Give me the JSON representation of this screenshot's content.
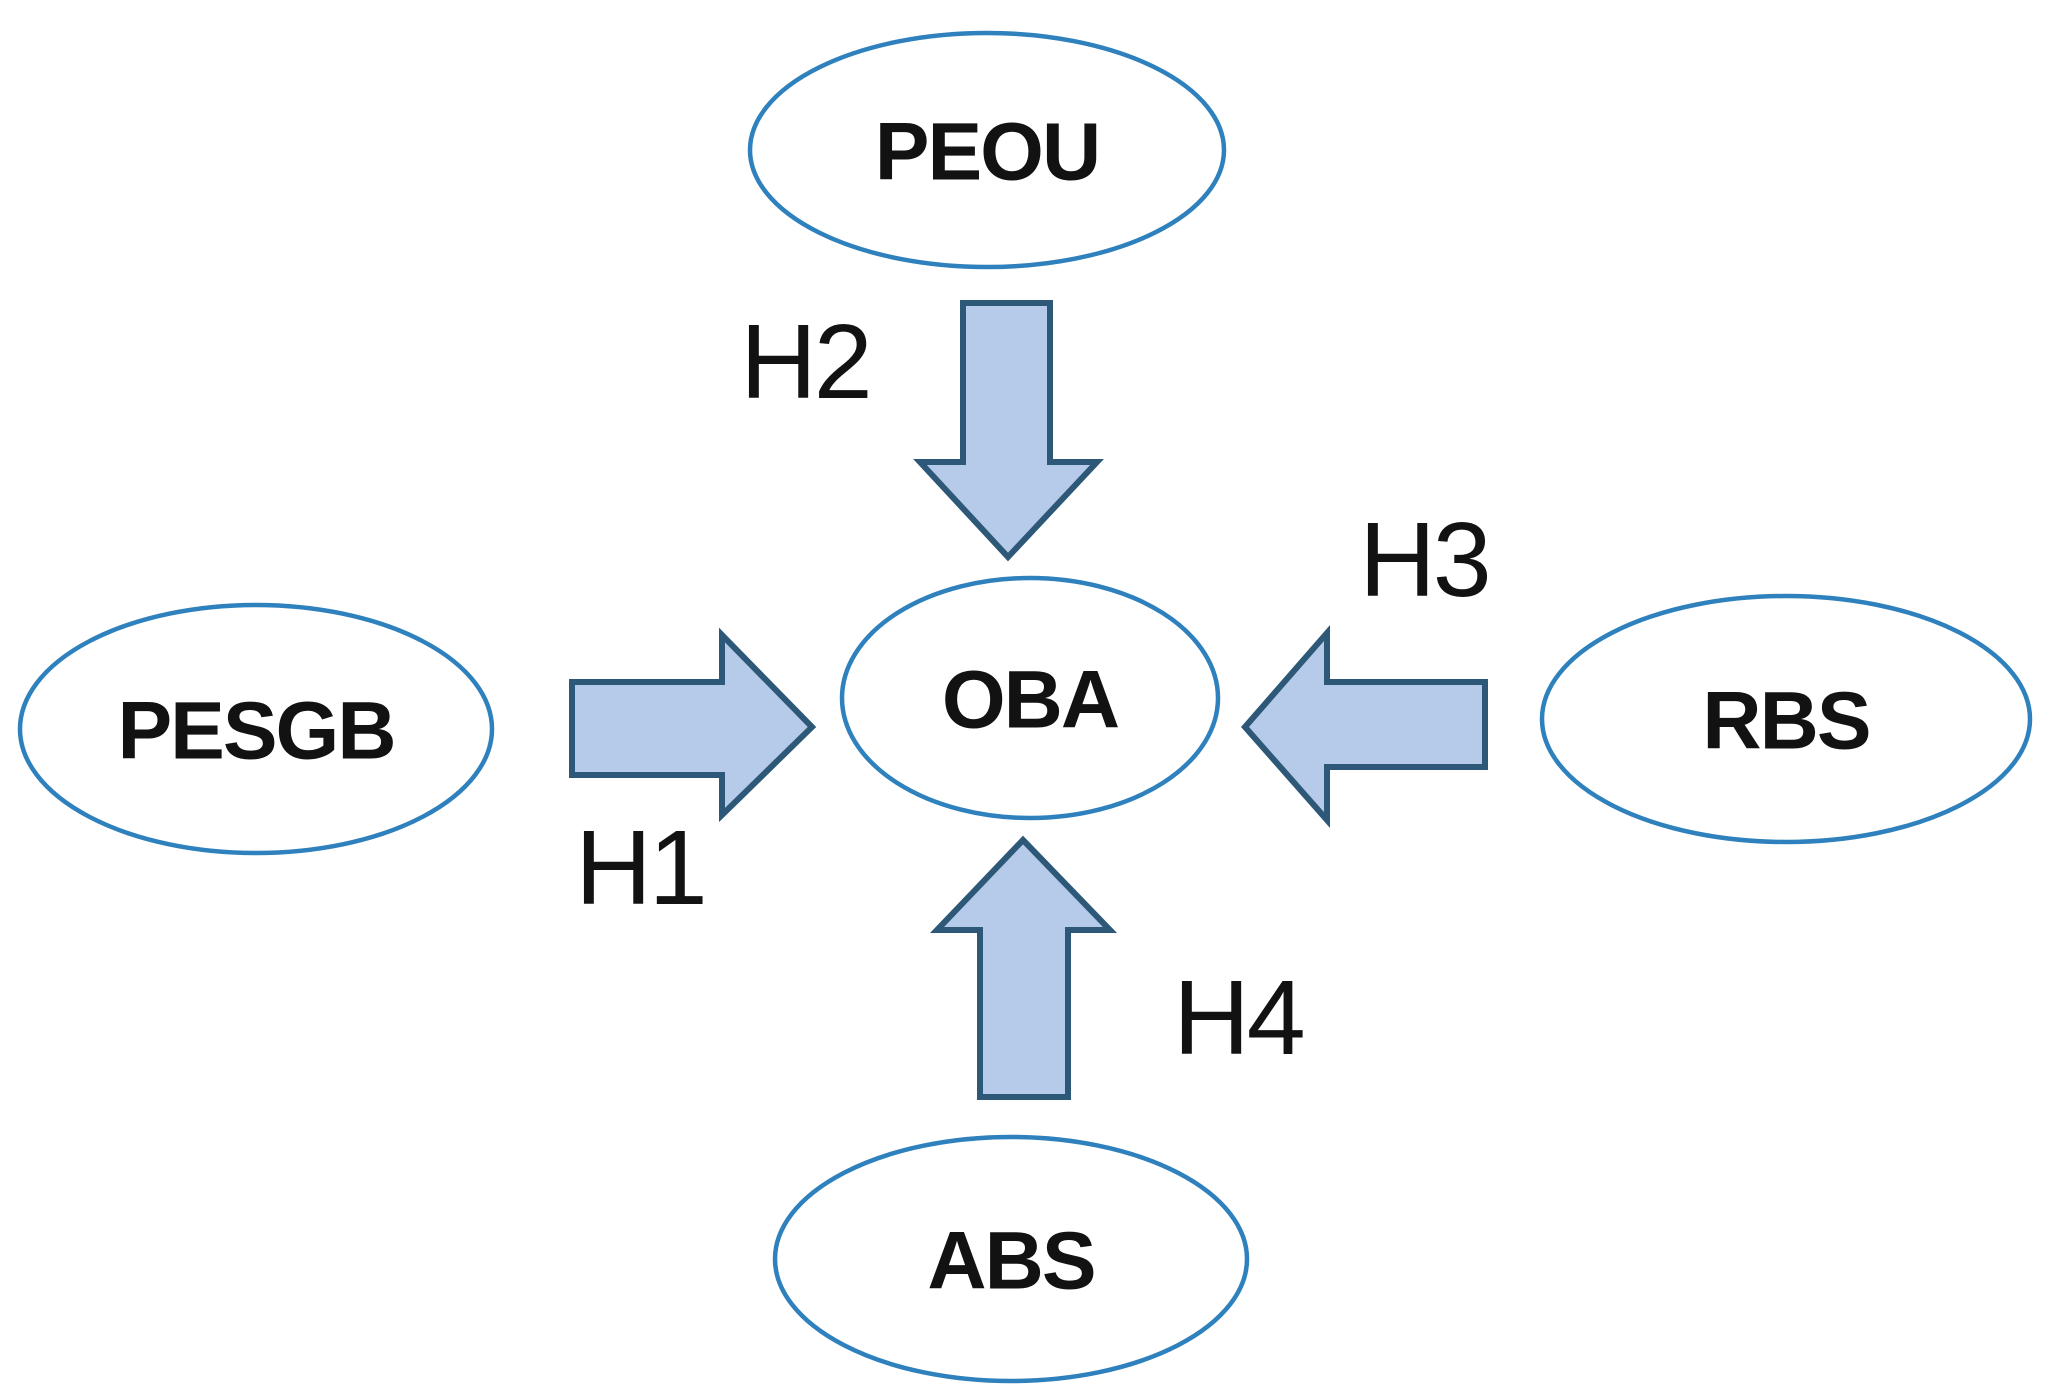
{
  "colors": {
    "background": "#FFFFFF",
    "node_fill": "#FFFFFF",
    "node_stroke": "#2E81BD",
    "arrow_fill": "#B6CBE9",
    "arrow_stroke": "#2D5878",
    "text": "#121212"
  },
  "diagram": {
    "type": "hypothesis-model",
    "center_node": "OBA",
    "nodes": [
      {
        "id": "peou",
        "label": "PEOU",
        "position": "top"
      },
      {
        "id": "pesgb",
        "label": "PESGB",
        "position": "left"
      },
      {
        "id": "oba",
        "label": "OBA",
        "position": "center"
      },
      {
        "id": "rbs",
        "label": "RBS",
        "position": "right"
      },
      {
        "id": "abs",
        "label": "ABS",
        "position": "bottom"
      }
    ],
    "hypotheses": [
      {
        "id": "h1",
        "label": "H1",
        "from": "PESGB",
        "to": "OBA",
        "arrow_direction": "right"
      },
      {
        "id": "h2",
        "label": "H2",
        "from": "PEOU",
        "to": "OBA",
        "arrow_direction": "down"
      },
      {
        "id": "h3",
        "label": "H3",
        "from": "RBS",
        "to": "OBA",
        "arrow_direction": "left"
      },
      {
        "id": "h4",
        "label": "H4",
        "from": "ABS",
        "to": "OBA",
        "arrow_direction": "up"
      }
    ]
  }
}
